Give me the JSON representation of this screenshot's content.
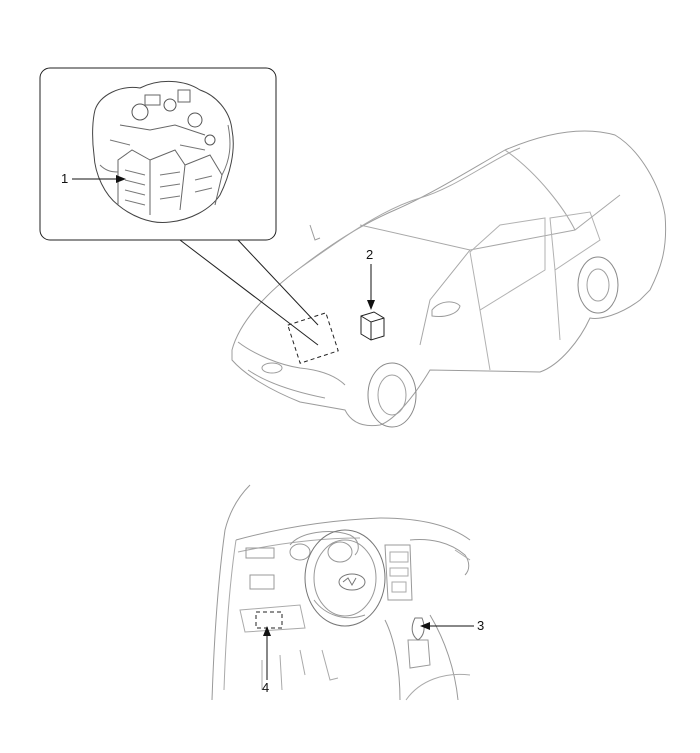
{
  "callouts": {
    "c1": "1",
    "c2": "2",
    "c3": "3",
    "c4": "4"
  },
  "colors": {
    "line": "#333333",
    "light_line": "#9a9a9a",
    "background": "#ffffff"
  }
}
